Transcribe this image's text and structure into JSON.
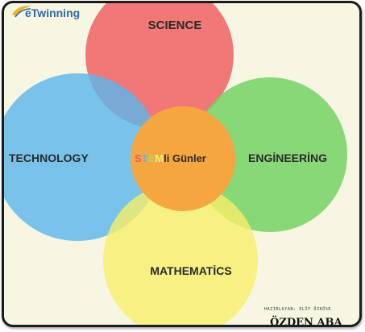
{
  "logo": {
    "text": "eTwinning"
  },
  "diagram": {
    "circles": [
      {
        "id": "science",
        "label": "SCIENCE",
        "color": "#f05a5f"
      },
      {
        "id": "technology",
        "label": "TECHNOLOGY",
        "color": "#5ab7ec"
      },
      {
        "id": "engineering",
        "label": "ENGİNEERİNG",
        "color": "#6ed15e"
      },
      {
        "id": "mathematics",
        "label": "MATHEMATİCS",
        "color": "#f7ef6a"
      }
    ],
    "center": {
      "color": "#f6a640",
      "stem_letters": [
        {
          "char": "S",
          "color": "#f05a5f"
        },
        {
          "char": "T",
          "color": "#5ab7ec"
        },
        {
          "char": "E",
          "color": "#a8d85e"
        },
        {
          "char": "M",
          "color": "#f7ef6a"
        }
      ],
      "suffix": "li Günler"
    }
  },
  "credit": {
    "small_text": "HAZIRLAYAN: ELİF ÖZKÖSE",
    "big_text": "ÖZDEN ABA"
  }
}
